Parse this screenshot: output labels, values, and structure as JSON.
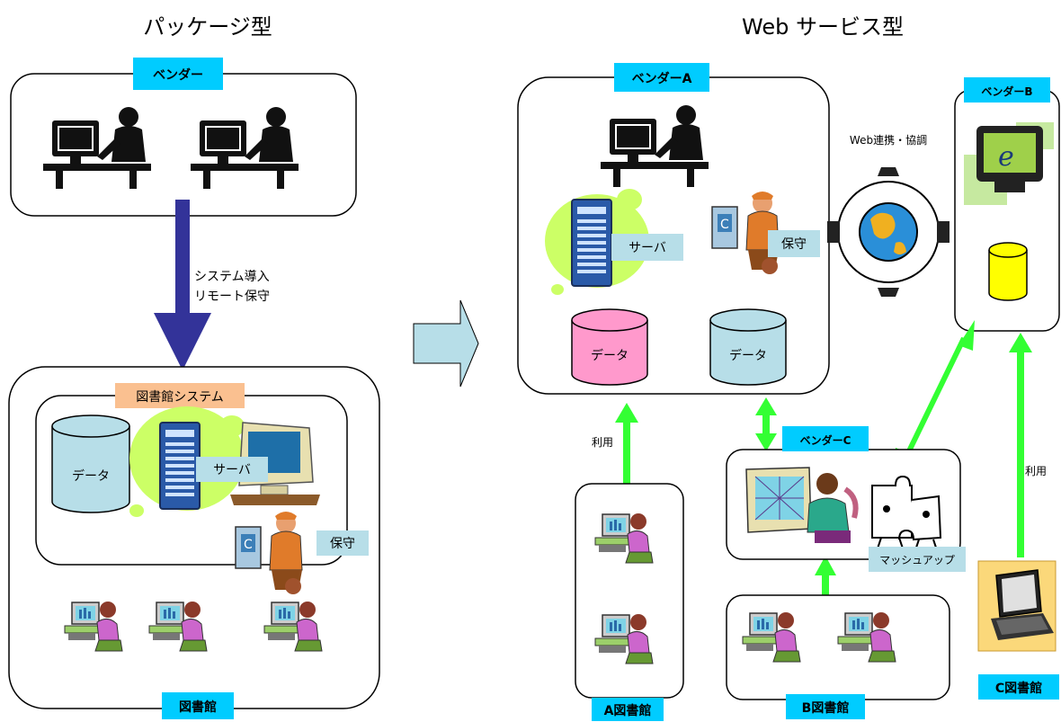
{
  "titles": {
    "package": "パッケージ型",
    "web": "Web サービス型"
  },
  "vendor": "ベンダー",
  "vendor_a": "ベンダーA",
  "vendor_b": "ベンダーB",
  "vendor_c": "ベンダーC",
  "arrow_package": {
    "line1": "システム導入",
    "line2": "リモート保守"
  },
  "library_system": "図書館システム",
  "library": "図書館",
  "data": "データ",
  "server": "サーバ",
  "maintenance": "保守",
  "web_link": "Web連携・協調",
  "mashup": "マッシュアップ",
  "use": "利用",
  "library_a": "A図書館",
  "library_b": "B図書館",
  "library_c": "C図書館",
  "colors": {
    "vendor_label_bg": "#00ccff",
    "system_label_bg": "#fac090",
    "data_cylinder": "#b7dee8",
    "data_pink": "#ff99cc",
    "db_yellow": "#ffff00",
    "callout": "#b7dee8",
    "arrow_navy": "#333399",
    "arrow_green": "#33ff33",
    "block_arrow": "#b7dee8",
    "blob_green": "#ccff66"
  }
}
